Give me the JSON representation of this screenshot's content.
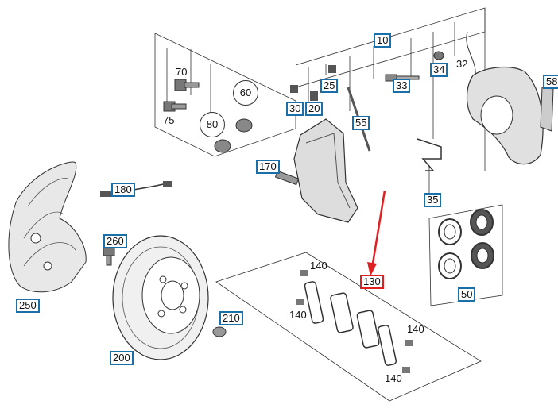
{
  "diagram_title": "",
  "colors": {
    "link_box": "#1a6fa8",
    "highlight_box": "#e02020",
    "arrow": "#e02020",
    "line": "#333333",
    "part_fill": "#e8e8e8",
    "part_dark": "#555555"
  },
  "callouts": {
    "p10": "10",
    "p20": "20",
    "p25": "25",
    "p30": "30",
    "p32": "32",
    "p33": "33",
    "p34": "34",
    "p35": "35",
    "p50": "50",
    "p55": "55",
    "p58": "58",
    "p60": "60",
    "p70": "70",
    "p75": "75",
    "p80": "80",
    "p130": "130",
    "p140_a": "140",
    "p140_b": "140",
    "p140_c": "140",
    "p140_d": "140",
    "p170": "170",
    "p180": "180",
    "p200": "200",
    "p210": "210",
    "p250": "250",
    "p260": "260"
  },
  "highlighted_part": "130"
}
